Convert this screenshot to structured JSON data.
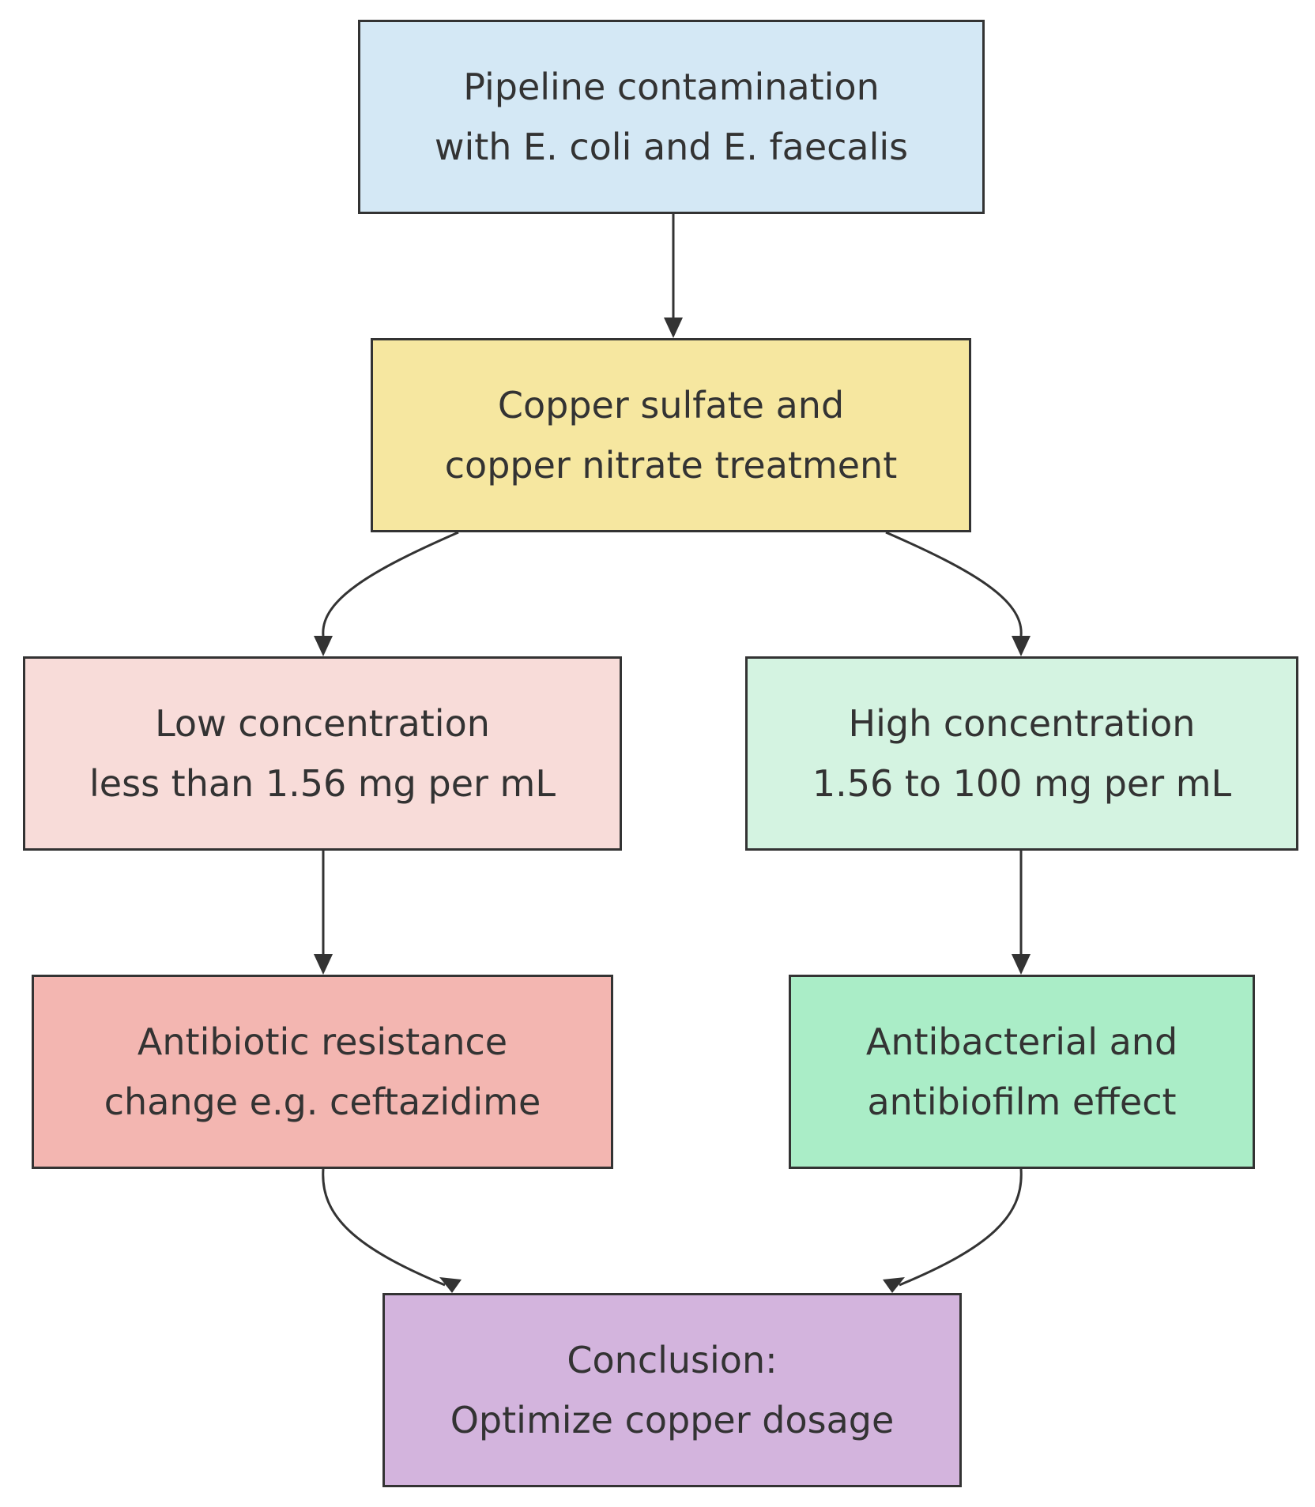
{
  "colors": {
    "pipeline": "#d4e8f5",
    "treatment": "#f6e7a0",
    "low": "#f8dcd9",
    "high": "#d4f3e1",
    "resistance": "#f3b6b1",
    "antibacterial": "#aaedc7",
    "conclusion": "#d3b4dd",
    "border": "#333333",
    "text": "#333333"
  },
  "nodes": {
    "pipeline": {
      "line1": "Pipeline contamination",
      "line2": "with E. coli and E. faecalis"
    },
    "treatment": {
      "line1": "Copper sulfate and",
      "line2": "copper nitrate treatment"
    },
    "low": {
      "line1": "Low concentration",
      "line2": "less than 1.56 mg per mL"
    },
    "high": {
      "line1": "High concentration",
      "line2": "1.56 to 100 mg per mL"
    },
    "resistance": {
      "line1": "Antibiotic resistance",
      "line2": "change e.g. ceftazidime"
    },
    "antibacterial": {
      "line1": "Antibacterial and",
      "line2": "antibiofilm effect"
    },
    "conclusion": {
      "line1": "Conclusion:",
      "line2": "Optimize copper dosage"
    }
  },
  "edges": [
    {
      "from": "pipeline",
      "to": "treatment"
    },
    {
      "from": "treatment",
      "to": "low"
    },
    {
      "from": "treatment",
      "to": "high"
    },
    {
      "from": "low",
      "to": "resistance"
    },
    {
      "from": "high",
      "to": "antibacterial"
    },
    {
      "from": "resistance",
      "to": "conclusion"
    },
    {
      "from": "antibacterial",
      "to": "conclusion"
    }
  ]
}
